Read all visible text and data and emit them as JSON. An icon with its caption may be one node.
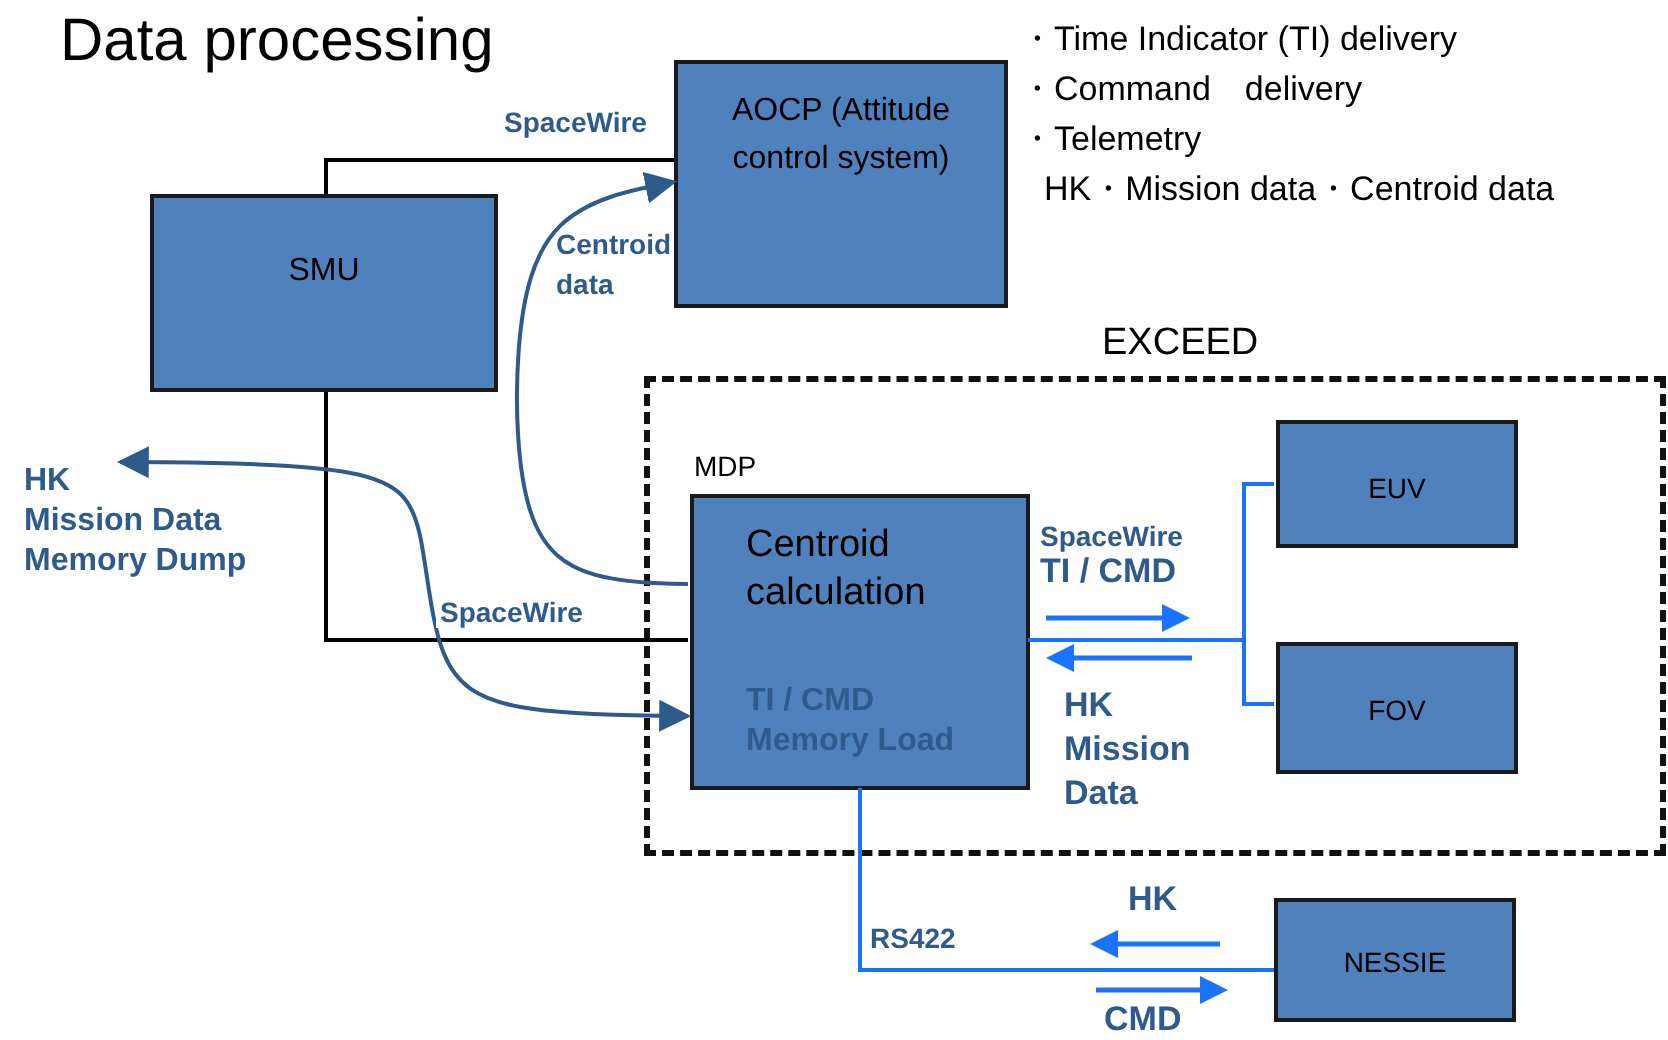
{
  "diagram": {
    "title": "Data processing",
    "nodes": [
      {
        "text": [
          "SMU"
        ]
      },
      {
        "text": [
          "AOCP (Attitude control system)"
        ]
      },
      {
        "text": [
          "EXCEED"
        ]
      },
      {
        "text": [
          "MDP",
          "Centroid calculation",
          "TI / CMD Memory Load"
        ],
        "in": 2
      },
      {
        "text": [
          "EUV"
        ],
        "in": 2
      },
      {
        "text": [
          "FOV"
        ],
        "in": 2
      },
      {
        "text": [
          "NESSIE"
        ]
      },
      {
        "text": [
          "HK",
          "Mission Data",
          "Memory Dump"
        ]
      }
    ],
    "edges": [
      {
        "from": 0,
        "to": 1,
        "arrow": "none",
        "label": "SpaceWire",
        "color": "#000000"
      },
      {
        "from": 3,
        "to": 1,
        "arrow": "to",
        "label": "Centroid data",
        "color": "#2f5b8c"
      },
      {
        "from": 0,
        "to": 3,
        "arrow": "none",
        "label": "SpaceWire",
        "color": "#000000"
      },
      {
        "from": 3,
        "to": 7,
        "arrow": "both",
        "color": "#2f5b8c"
      },
      {
        "from": 3,
        "to": 4,
        "arrow": "none",
        "label": "SpaceWire",
        "color": "#1a73ff"
      },
      {
        "from": 3,
        "to": 5,
        "arrow": "none",
        "color": "#1a73ff"
      },
      {
        "from": 3,
        "to": 6,
        "arrow": "none",
        "label": "RS422",
        "color": "#1a73ff"
      }
    ],
    "labels": [
      "・Time Indicator (TI) delivery",
      "・Command　delivery",
      "・Telemetry",
      "HK・Mission data・Centroid data",
      "TI / CMD",
      "HK Mission Data",
      "HK",
      "CMD"
    ]
  }
}
